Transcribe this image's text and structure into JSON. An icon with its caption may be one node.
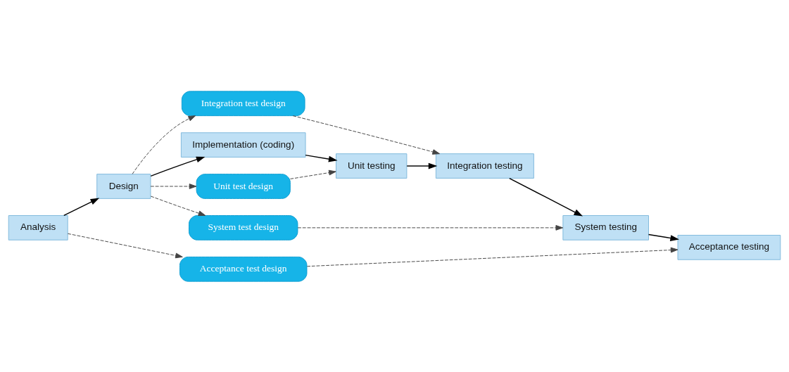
{
  "diagram": {
    "nodes": [
      {
        "text": [
          "Analysis"
        ]
      },
      {
        "text": [
          "Design"
        ]
      },
      {
        "text": [
          "Implementation (coding)"
        ]
      },
      {
        "text": [
          "Acceptance test design"
        ]
      },
      {
        "text": [
          "System test design"
        ]
      },
      {
        "text": [
          "Integration test design"
        ]
      },
      {
        "text": [
          "Unit test design"
        ]
      },
      {
        "text": [
          "Unit testing"
        ]
      },
      {
        "text": [
          "Integration testing"
        ]
      },
      {
        "text": [
          "System testing"
        ]
      },
      {
        "text": [
          "Acceptance testing"
        ]
      }
    ],
    "edges": [
      {
        "from": 0,
        "to": 3,
        "arrow": "to",
        "style": "dashed"
      },
      {
        "from": 3,
        "to": 10,
        "arrow": "to",
        "style": "dashed"
      },
      {
        "from": 0,
        "to": 1,
        "arrow": "to"
      },
      {
        "from": 1,
        "to": 4,
        "arrow": "to",
        "style": "dashed"
      },
      {
        "from": 4,
        "to": 9,
        "arrow": "to",
        "style": "dashed"
      },
      {
        "from": 1,
        "to": 5,
        "arrow": "to",
        "style": "dashed"
      },
      {
        "from": 5,
        "to": 8,
        "arrow": "to",
        "style": "dashed"
      },
      {
        "from": 1,
        "to": 6,
        "arrow": "to",
        "style": "dashed"
      },
      {
        "from": 6,
        "to": 7,
        "arrow": "to",
        "style": "dashed"
      },
      {
        "from": 1,
        "to": 2,
        "arrow": "to"
      },
      {
        "from": 2,
        "to": 7,
        "arrow": "to"
      },
      {
        "from": 7,
        "to": 8,
        "arrow": "to"
      },
      {
        "from": 8,
        "to": 9,
        "arrow": "to"
      },
      {
        "from": 9,
        "to": 10,
        "arrow": "to"
      }
    ]
  }
}
